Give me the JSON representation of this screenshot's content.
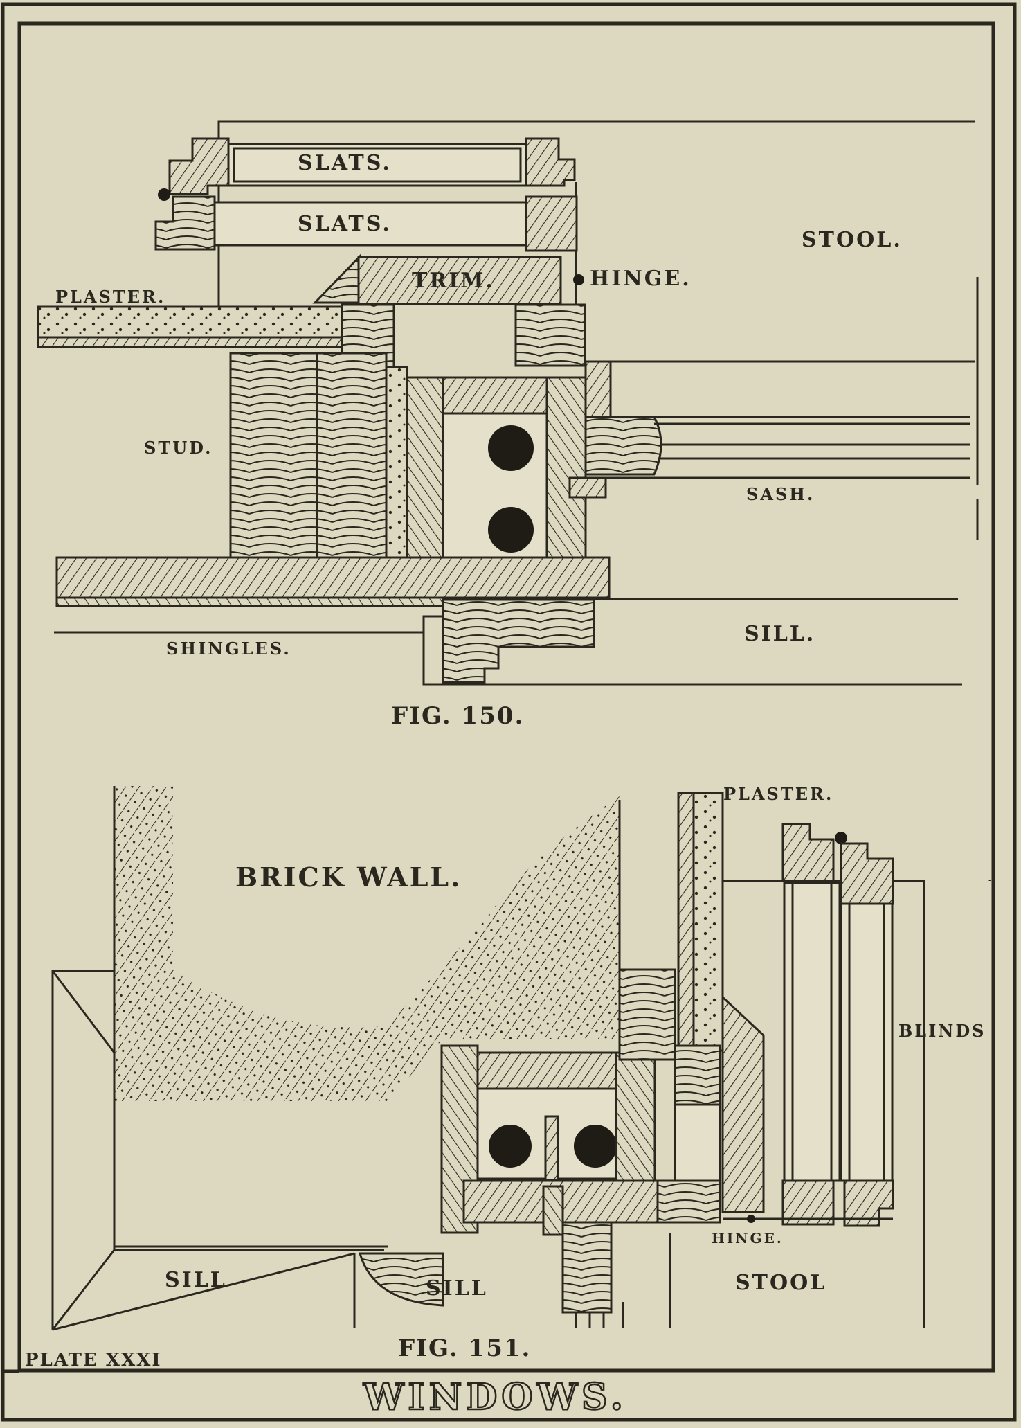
{
  "plate": {
    "title": "WINDOWS.",
    "plate_number": "PLATE XXXI"
  },
  "fig150": {
    "caption": "FIG. 150.",
    "labels": {
      "slats_top": "SLATS.",
      "slats_bottom": "SLATS.",
      "stool": "STOOL.",
      "trim": "TRIM.",
      "hinge": "HINGE.",
      "plaster": "PLASTER.",
      "stud": "STUD.",
      "sash": "SASH.",
      "sill": "SILL.",
      "shingles": "SHINGLES."
    }
  },
  "fig151": {
    "caption": "FIG. 151.",
    "labels": {
      "brick_wall": "BRICK WALL.",
      "plaster": "PLASTER.",
      "blinds": "BLINDS",
      "hinge": "HINGE.",
      "sill_left": "SILL",
      "sill_mid": "SILL",
      "stool": "STOOL"
    }
  }
}
